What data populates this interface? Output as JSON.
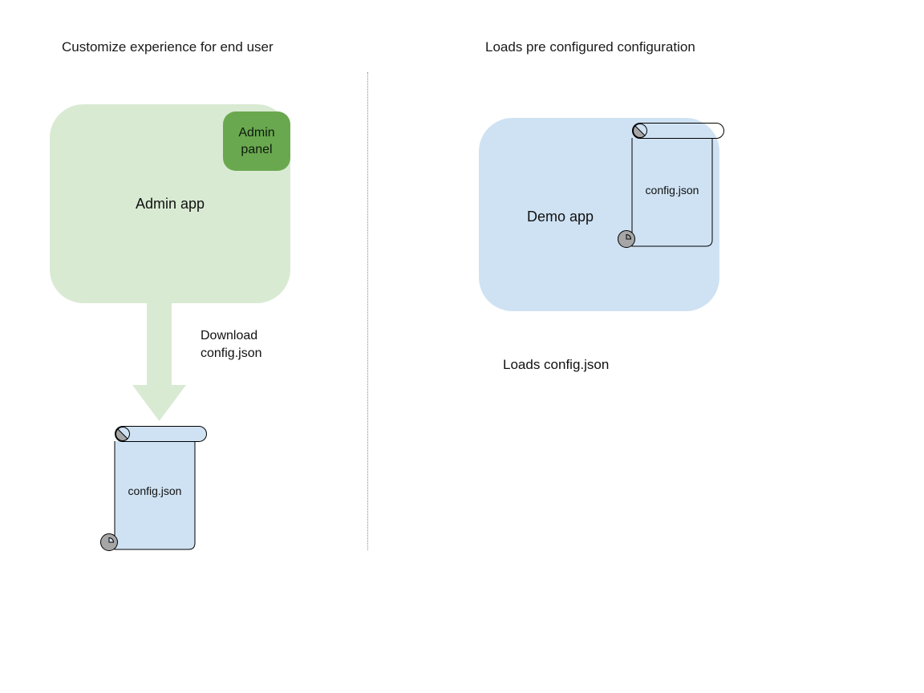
{
  "colors": {
    "admin_app_fill": "#d9ead3",
    "admin_panel_fill": "#6aa84f",
    "demo_app_fill": "#cfe2f3",
    "scroll_fill": "#cfe2f3",
    "scroll_curl_gray": "#a6a6a6",
    "arrow_fill": "#d9ead3",
    "outline": "#000000",
    "divider": "#8f8f8f",
    "text": "#111111"
  },
  "left_section": {
    "title": "Customize experience for end user",
    "admin_app_label": "Admin app",
    "admin_panel_label": "Admin panel",
    "download_label": "Download\nconfig.json",
    "config_file_label": "config.json"
  },
  "right_section": {
    "title": "Loads pre configured configuration",
    "demo_app_label": "Demo app",
    "config_file_label": "config.json",
    "caption": "Loads config.json"
  }
}
